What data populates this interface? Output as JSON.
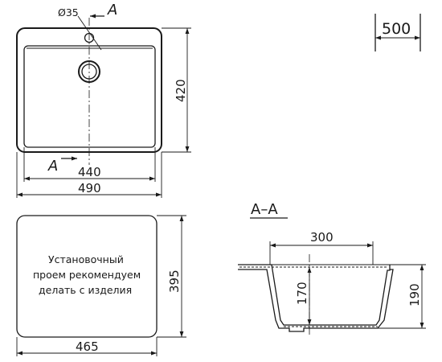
{
  "top_view": {
    "hole_label": "Ø35",
    "section_mark_top": "A",
    "section_mark_bottom": "A",
    "dim_inner_width": "440",
    "dim_outer_width": "490",
    "dim_height": "420"
  },
  "size_badge": "500",
  "cutout_view": {
    "note_line1": "Установочный",
    "note_line2": "проем рекомендуем",
    "note_line3": "делать с изделия",
    "dim_width": "465",
    "dim_height": "395"
  },
  "section_view": {
    "title": "A–A",
    "dim_bottom_width": "300",
    "dim_inner_depth": "170",
    "dim_total_depth": "190"
  }
}
